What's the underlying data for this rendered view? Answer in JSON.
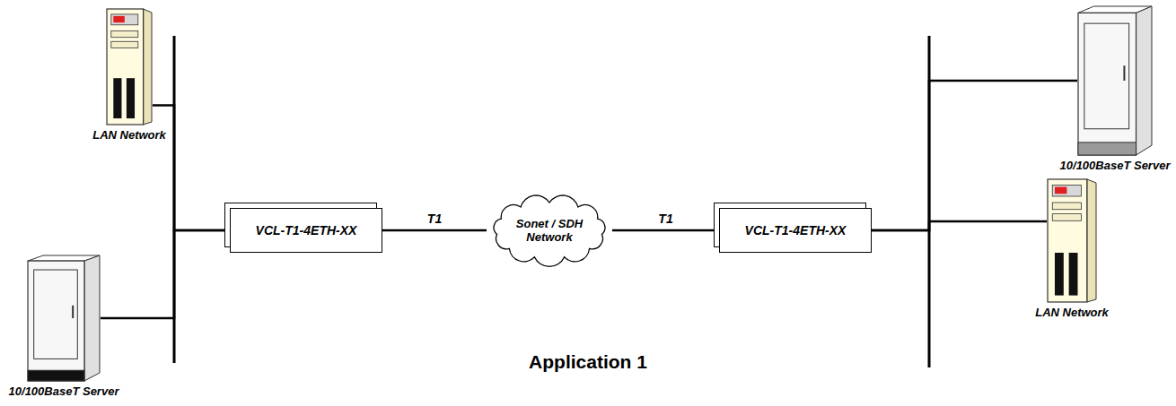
{
  "diagram": {
    "caption": "Application 1",
    "nodes": [
      {
        "text": [
          "LAN Network"
        ]
      },
      {
        "text": [
          "10/100BaseT Server"
        ]
      },
      {
        "text": [
          "VCL-T1-4ETH-XX"
        ]
      },
      {
        "text": [
          "Sonet / SDH Network"
        ]
      },
      {
        "text": [
          "VCL-T1-4ETH-XX"
        ]
      },
      {
        "text": [
          "LAN Network"
        ]
      },
      {
        "text": [
          "10/100BaseT Server"
        ]
      }
    ],
    "edges": [
      {
        "from": 0,
        "to": 2,
        "arrow": "none"
      },
      {
        "from": 6,
        "to": 2,
        "arrow": "none"
      },
      {
        "from": 2,
        "to": 3,
        "label": "T1",
        "arrow": "none"
      },
      {
        "from": 3,
        "to": 4,
        "label": "T1",
        "arrow": "none"
      },
      {
        "from": 4,
        "to": 1,
        "arrow": "none"
      },
      {
        "from": 4,
        "to": 5,
        "arrow": "none"
      }
    ]
  }
}
